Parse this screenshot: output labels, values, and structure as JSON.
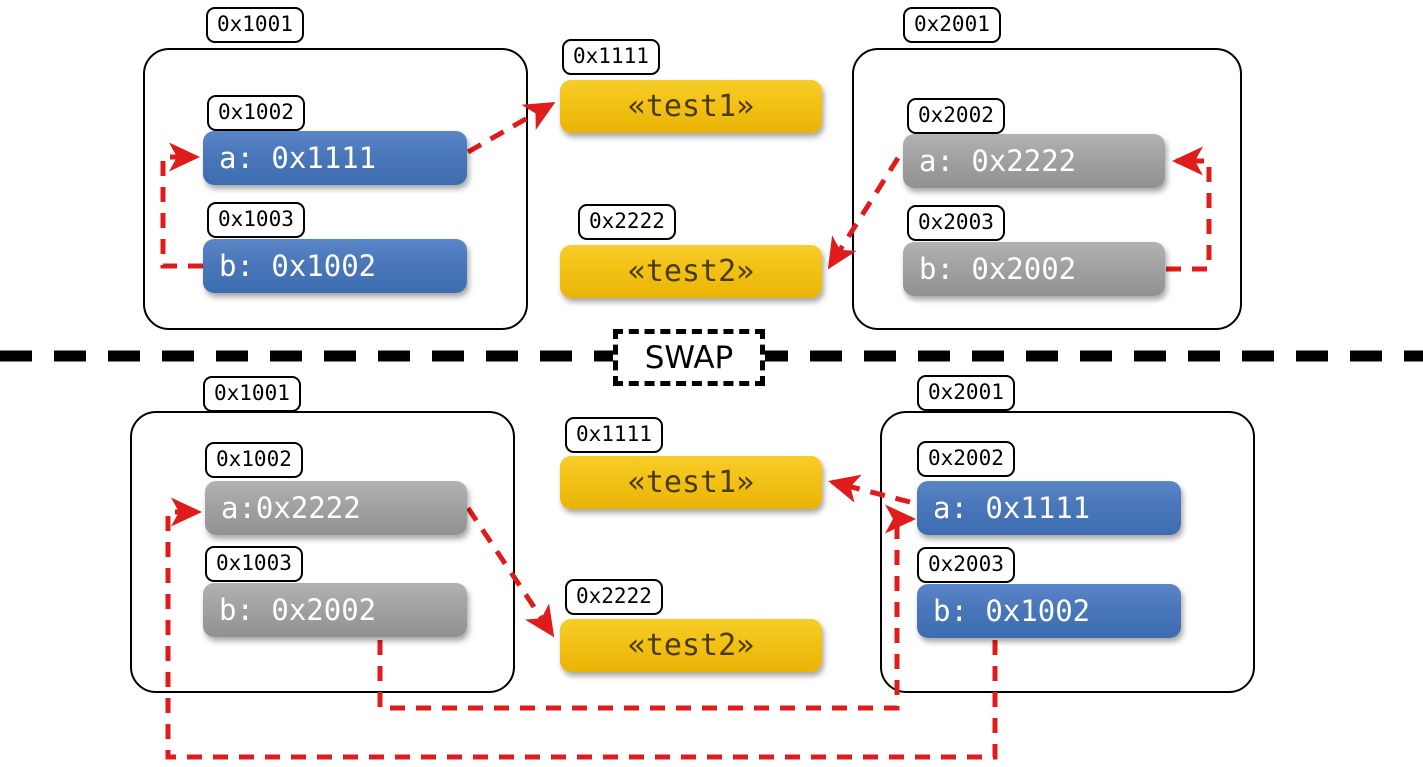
{
  "title": "pointer swap memory diagram",
  "colors": {
    "pointer_blue": "#4a77ba",
    "pointer_gray": "#a2a2a2",
    "object_yellow": "#f2c012",
    "arrow_red": "#e01b1b",
    "divider_black": "#000000"
  },
  "divider": {
    "label": "SWAP",
    "style": "dashed"
  },
  "before": {
    "left_region": {
      "address": "0x1001",
      "cells": [
        {
          "address": "0x1002",
          "text": "a: 0x1111",
          "color": "blue"
        },
        {
          "address": "0x1003",
          "text": "b: 0x1002",
          "color": "blue"
        }
      ]
    },
    "middle_objects": [
      {
        "address": "0x1111",
        "text": "«test1»",
        "color": "yellow"
      },
      {
        "address": "0x2222",
        "text": "«test2»",
        "color": "yellow"
      }
    ],
    "right_region": {
      "address": "0x2001",
      "cells": [
        {
          "address": "0x2002",
          "text": "a: 0x2222",
          "color": "gray"
        },
        {
          "address": "0x2003",
          "text": "b: 0x2002",
          "color": "gray"
        }
      ]
    }
  },
  "after": {
    "left_region": {
      "address": "0x1001",
      "cells": [
        {
          "address": "0x1002",
          "text": "a:0x2222",
          "color": "gray"
        },
        {
          "address": "0x1003",
          "text": "b: 0x2002",
          "color": "gray"
        }
      ]
    },
    "middle_objects": [
      {
        "address": "0x1111",
        "text": "«test1»",
        "color": "yellow"
      },
      {
        "address": "0x2222",
        "text": "«test2»",
        "color": "yellow"
      }
    ],
    "right_region": {
      "address": "0x2001",
      "cells": [
        {
          "address": "0x2002",
          "text": "a: 0x1111",
          "color": "blue"
        },
        {
          "address": "0x2003",
          "text": "b: 0x1002",
          "color": "blue"
        }
      ]
    }
  }
}
